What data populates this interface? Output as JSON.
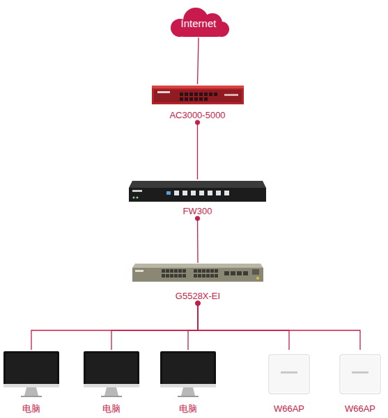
{
  "diagram": {
    "nodes": [
      {
        "text": [
          "Internet"
        ]
      },
      {
        "text": [
          "AC3000-5000"
        ]
      },
      {
        "text": [
          "FW300"
        ]
      },
      {
        "text": [
          "G5528X-EI"
        ]
      },
      {
        "text": [
          "电脑"
        ]
      },
      {
        "text": [
          "电脑"
        ]
      },
      {
        "text": [
          "电脑"
        ]
      },
      {
        "text": [
          "W66AP"
        ]
      },
      {
        "text": [
          "W66AP"
        ]
      }
    ],
    "edges": [
      {
        "from": 0,
        "to": 1,
        "arrow": "none"
      },
      {
        "from": 1,
        "to": 2,
        "arrow": "none"
      },
      {
        "from": 2,
        "to": 3,
        "arrow": "none"
      },
      {
        "from": 3,
        "to": 4,
        "arrow": "none"
      },
      {
        "from": 3,
        "to": 5,
        "arrow": "none"
      },
      {
        "from": 3,
        "to": 6,
        "arrow": "none"
      },
      {
        "from": 3,
        "to": 7,
        "arrow": "none"
      },
      {
        "from": 3,
        "to": 8,
        "arrow": "none"
      }
    ]
  }
}
